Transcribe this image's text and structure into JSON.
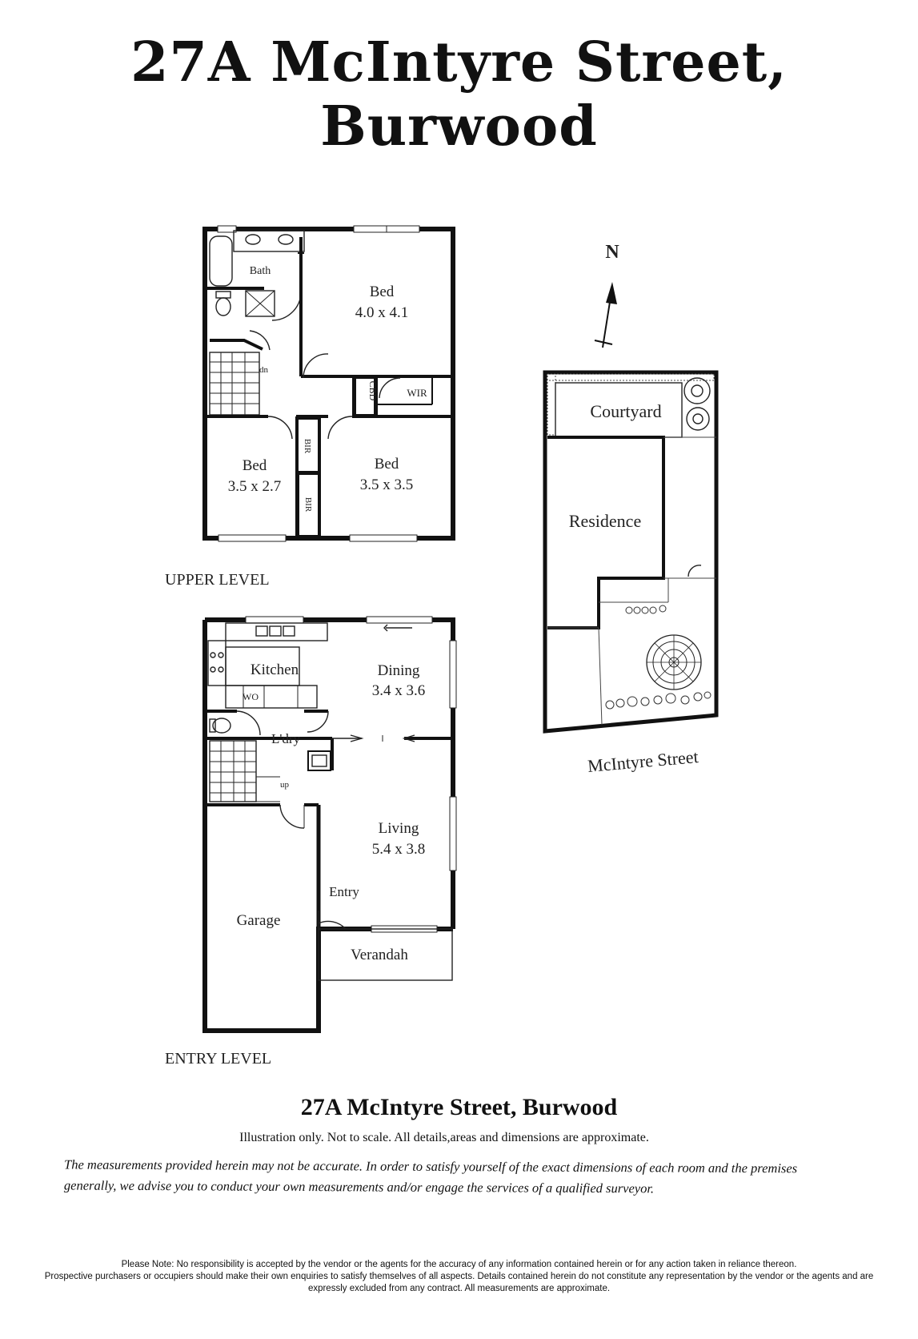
{
  "header": {
    "title": "27A McIntyre Street, Burwood"
  },
  "upper_level": {
    "label": "UPPER LEVEL",
    "rooms": {
      "bath": "Bath",
      "bed_main_name": "Bed",
      "bed_main_size": "4.0 x 4.1",
      "bed_left_name": "Bed",
      "bed_left_size": "3.5 x 2.7",
      "bed_right_name": "Bed",
      "bed_right_size": "3.5 x 3.5",
      "cbd": "CBD",
      "wir": "WIR",
      "bir_1": "BIR",
      "bir_2": "BIR",
      "stairs": "dn"
    }
  },
  "entry_level": {
    "label": "ENTRY LEVEL",
    "rooms": {
      "kitchen": "Kitchen",
      "wo": "WO",
      "dining_name": "Dining",
      "dining_size": "3.4 x 3.6",
      "laundry": "L'dry",
      "stairs": "up",
      "living_name": "Living",
      "living_size": "5.4 x 3.8",
      "entry": "Entry",
      "garage": "Garage",
      "verandah": "Verandah"
    }
  },
  "site_plan": {
    "north": "N",
    "courtyard": "Courtyard",
    "residence": "Residence",
    "street": "McIntyre Street"
  },
  "footer": {
    "title": "27A McIntyre Street, Burwood",
    "illustration_note": "Illustration only. Not to scale. All details,areas and dimensions are approximate.",
    "measurement_note": "The measurements provided herein may not be accurate. In order to satisfy yourself of the exact dimensions of each room and the premises generally, we advise you to conduct your own measurements and/or engage the services of a qualified surveyor.",
    "disclaimer_line1": "Please Note:  No responsibility is accepted by the vendor or the agents for the accuracy of any information contained herein or for any action taken in reliance  thereon.",
    "disclaimer_line2": "Prospective purchasers or occupiers should make their own enquiries to satisfy themselves of all aspects. Details contained herein do not constitute any representation by the vendor or the agents and are",
    "disclaimer_line3": "expressly excluded from any contract. All measurements are approximate."
  }
}
